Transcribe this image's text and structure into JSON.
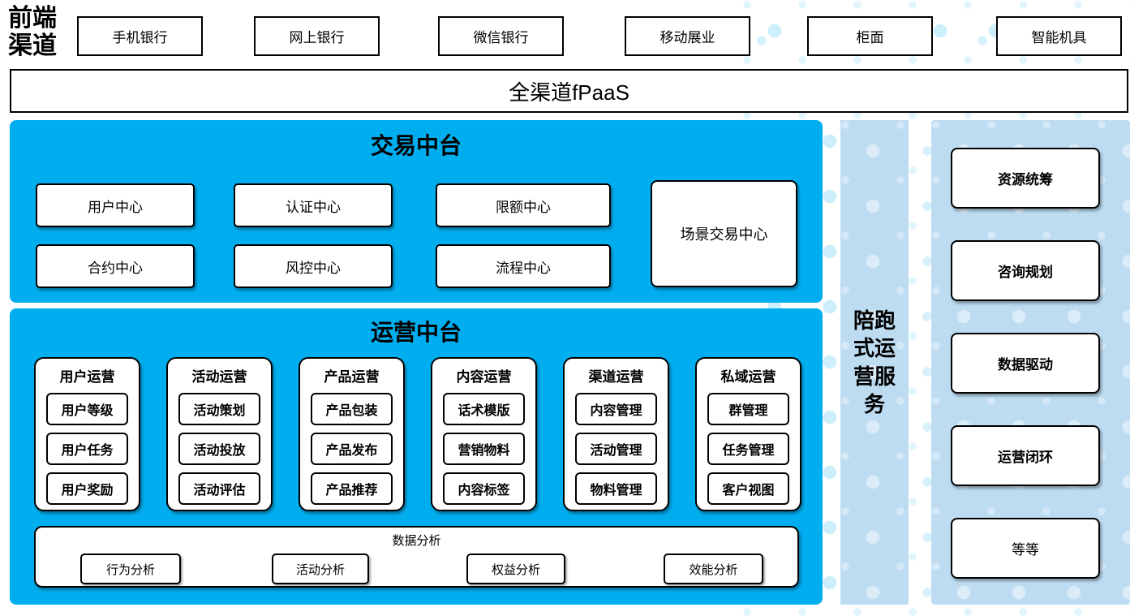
{
  "colors": {
    "bright_blue": "#00AEF0",
    "light_blue": "#BDDCF2",
    "dot_blue": "#CDEEFB",
    "box_border": "#000000"
  },
  "front_channels": {
    "label": "前端渠道",
    "items": [
      "手机银行",
      "网上银行",
      "微信银行",
      "移动展业",
      "柜面",
      "智能机具"
    ]
  },
  "fpaas_bar": {
    "label": "全渠道fPaaS"
  },
  "transaction_platform": {
    "title": "交易中台",
    "centers": [
      "用户中心",
      "认证中心",
      "限额中心",
      "合约中心",
      "风控中心",
      "流程中心"
    ],
    "scenario_center": "场景交易中心"
  },
  "operation_platform": {
    "title": "运营中台",
    "columns": [
      {
        "header": "用户运营",
        "items": [
          "用户等级",
          "用户任务",
          "用户奖励"
        ]
      },
      {
        "header": "活动运营",
        "items": [
          "活动策划",
          "活动投放",
          "活动评估"
        ]
      },
      {
        "header": "产品运营",
        "items": [
          "产品包装",
          "产品发布",
          "产品推荐"
        ]
      },
      {
        "header": "内容运营",
        "items": [
          "话术模版",
          "营销物料",
          "内容标签"
        ]
      },
      {
        "header": "渠道运营",
        "items": [
          "内容管理",
          "活动管理",
          "物料管理"
        ]
      },
      {
        "header": "私域运营",
        "items": [
          "群管理",
          "任务管理",
          "客户视图"
        ]
      }
    ],
    "data_analysis": {
      "title": "数据分析",
      "items": [
        "行为分析",
        "活动分析",
        "权益分析",
        "效能分析"
      ]
    }
  },
  "side_service_bar": {
    "label": "陪跑式运营服务"
  },
  "right_panel": {
    "items": [
      "资源统筹",
      "咨询规划",
      "数据驱动",
      "运营闭环",
      "等等"
    ]
  }
}
